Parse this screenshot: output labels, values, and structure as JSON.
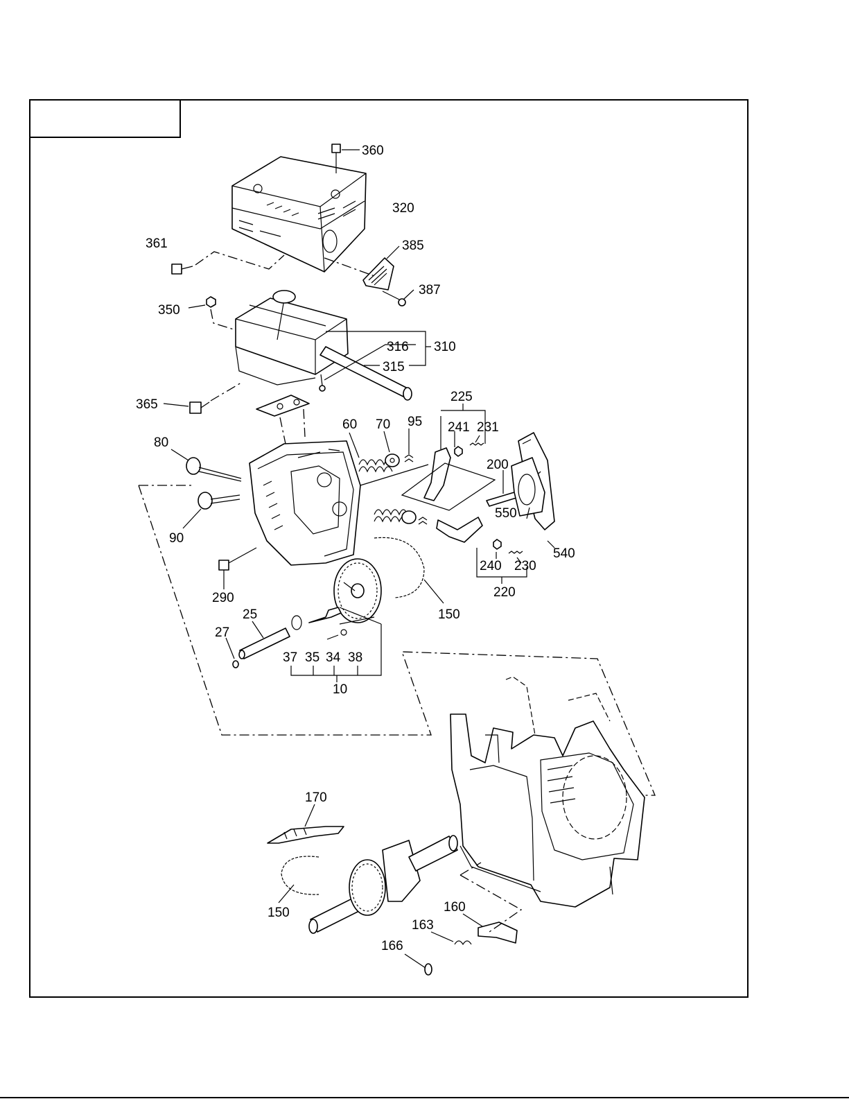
{
  "figure": {
    "title_box_text": "",
    "callouts": [
      {
        "id": "c360",
        "text": "360"
      },
      {
        "id": "c320",
        "text": "320"
      },
      {
        "id": "c361",
        "text": "361"
      },
      {
        "id": "c385",
        "text": "385"
      },
      {
        "id": "c387",
        "text": "387"
      },
      {
        "id": "c350",
        "text": "350"
      },
      {
        "id": "c316",
        "text": "316"
      },
      {
        "id": "c310",
        "text": "310"
      },
      {
        "id": "c315",
        "text": "315"
      },
      {
        "id": "c365",
        "text": "365"
      },
      {
        "id": "c225",
        "text": "225"
      },
      {
        "id": "c60",
        "text": "60"
      },
      {
        "id": "c70",
        "text": "70"
      },
      {
        "id": "c95",
        "text": "95"
      },
      {
        "id": "c241",
        "text": "241"
      },
      {
        "id": "c231",
        "text": "231"
      },
      {
        "id": "c80",
        "text": "80"
      },
      {
        "id": "c200",
        "text": "200"
      },
      {
        "id": "c90",
        "text": "90"
      },
      {
        "id": "c550",
        "text": "550"
      },
      {
        "id": "c540",
        "text": "540"
      },
      {
        "id": "c240",
        "text": "240"
      },
      {
        "id": "c230",
        "text": "230"
      },
      {
        "id": "c220",
        "text": "220"
      },
      {
        "id": "c290",
        "text": "290"
      },
      {
        "id": "c150a",
        "text": "150"
      },
      {
        "id": "c25",
        "text": "25"
      },
      {
        "id": "c27",
        "text": "27"
      },
      {
        "id": "c37",
        "text": "37"
      },
      {
        "id": "c35",
        "text": "35"
      },
      {
        "id": "c34",
        "text": "34"
      },
      {
        "id": "c38",
        "text": "38"
      },
      {
        "id": "c10",
        "text": "10"
      },
      {
        "id": "c170",
        "text": "170"
      },
      {
        "id": "c150b",
        "text": "150"
      },
      {
        "id": "c160",
        "text": "160"
      },
      {
        "id": "c163",
        "text": "163"
      },
      {
        "id": "c166",
        "text": "166"
      }
    ]
  }
}
